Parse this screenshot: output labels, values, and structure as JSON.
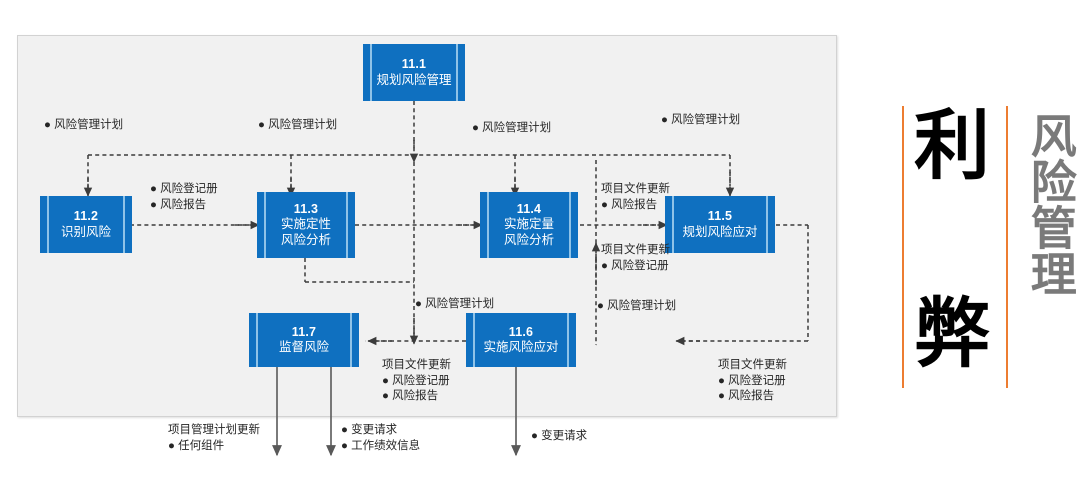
{
  "diagram": {
    "title": "风险管理",
    "panel_bg": "#f1f1f1",
    "box_color": "#0f70c0",
    "accent_color": "#ED7D31",
    "boxes": [
      {
        "id": "11.1",
        "num": "11.1",
        "name": "规划风险管理"
      },
      {
        "id": "11.2",
        "num": "11.2",
        "name": "识别风险"
      },
      {
        "id": "11.3",
        "num": "11.3",
        "name": "实施定性\n风险分析"
      },
      {
        "id": "11.4",
        "num": "11.4",
        "name": "实施定量\n风险分析"
      },
      {
        "id": "11.5",
        "num": "11.5",
        "name": "规划风险应对"
      },
      {
        "id": "11.6",
        "num": "11.6",
        "name": "实施风险应对"
      },
      {
        "id": "11.7",
        "num": "11.7",
        "name": "监督风险"
      }
    ],
    "labels": {
      "plan_1": "● 风险管理计划",
      "plan_2": "● 风险管理计划",
      "plan_3": "● 风险管理计划",
      "plan_4": "● 风险管理计划",
      "plan_mid": "● 风险管理计划",
      "plan_right": "● 风险管理计划",
      "register_report": "● 风险登记册\n● 风险报告",
      "docs_report": "项目文件更新\n● 风险报告",
      "docs_register": "项目文件更新\n● 风险登记册",
      "docs_both_center": "项目文件更新\n● 风险登记册\n● 风险报告",
      "docs_both_right": "项目文件更新\n● 风险登记册\n● 风险报告",
      "pm_plan_update": "项目管理计划更新\n● 任何组件",
      "change_work": "● 变更请求\n● 工作绩效信息",
      "change_req": "● 变更请求"
    },
    "side_panel": {
      "left_char_top": "利",
      "left_char_bottom": "弊",
      "right_vertical": "风险管理"
    }
  }
}
